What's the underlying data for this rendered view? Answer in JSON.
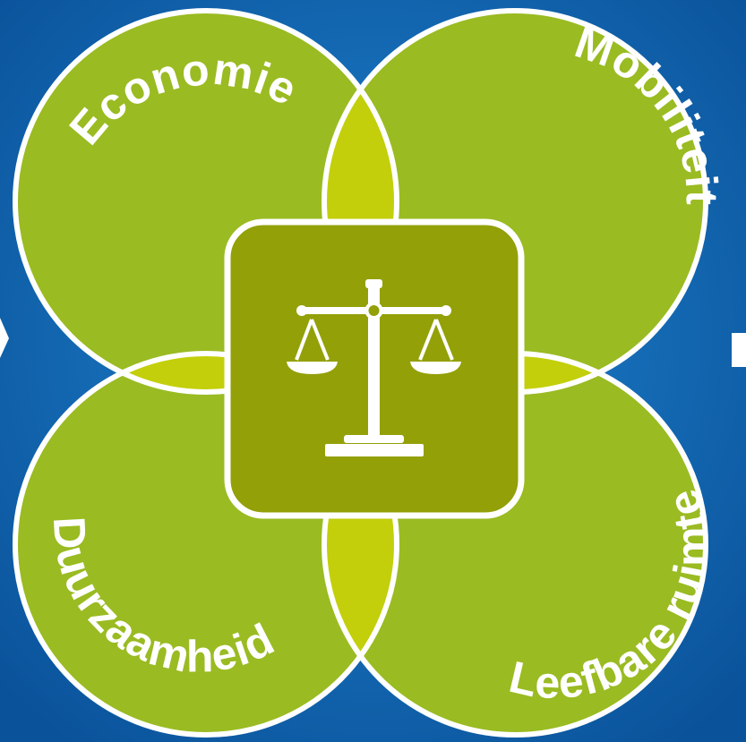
{
  "diagram": {
    "circles": [
      {
        "id": "top-left",
        "label": "Economie"
      },
      {
        "id": "top-right",
        "label": "Mobiliteit"
      },
      {
        "id": "bottom-left",
        "label": "Duurzaamheid"
      },
      {
        "id": "bottom-right",
        "label": "Leefbare ruimte"
      }
    ],
    "center_icon": "balance-scale-icon"
  },
  "colors": {
    "background": "#0a5aa0",
    "circle_fill": "#9abb22",
    "overlap_fill": "#c3cf0a",
    "center_fill": "#93a008",
    "stroke": "#ffffff"
  }
}
